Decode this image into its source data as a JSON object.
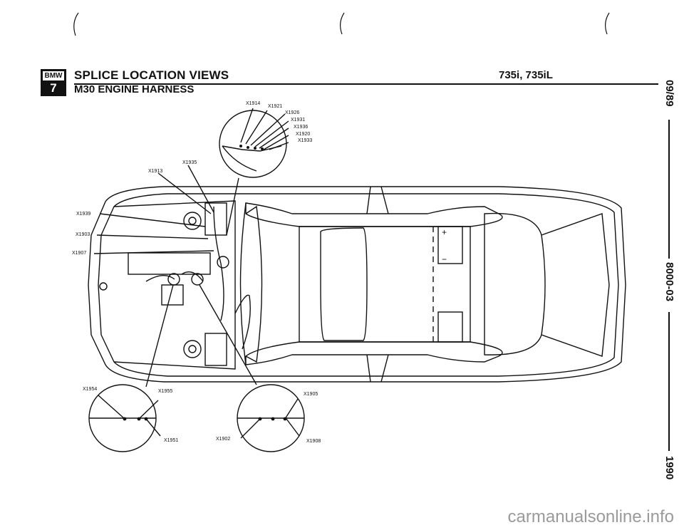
{
  "header": {
    "logo_top": "BMW",
    "logo_bottom": "7",
    "title": "SPLICE LOCATION VIEWS",
    "subtitle": "M30 ENGINE HARNESS",
    "model": "735i, 735iL"
  },
  "margin": {
    "date": "09/89",
    "page_code": "8000-03",
    "year": "1990"
  },
  "splice_labels": {
    "x1914": "X1914",
    "x1921": "X1921",
    "x1926": "X1926",
    "x1931": "X1931",
    "x1936": "X1936",
    "x1920": "X1920",
    "x1933": "X1933",
    "x1935": "X1935",
    "x1913": "X1913",
    "x1939": "X1939",
    "x1903": "X1903",
    "x1907": "X1907",
    "x1954": "X1954",
    "x1955": "X1955",
    "x1951": "X1951",
    "x1905": "X1905",
    "x1902": "X1902",
    "x1908": "X1908"
  },
  "battery": {
    "plus": "+",
    "minus": "−"
  },
  "watermark": "carmanualsonline.info"
}
